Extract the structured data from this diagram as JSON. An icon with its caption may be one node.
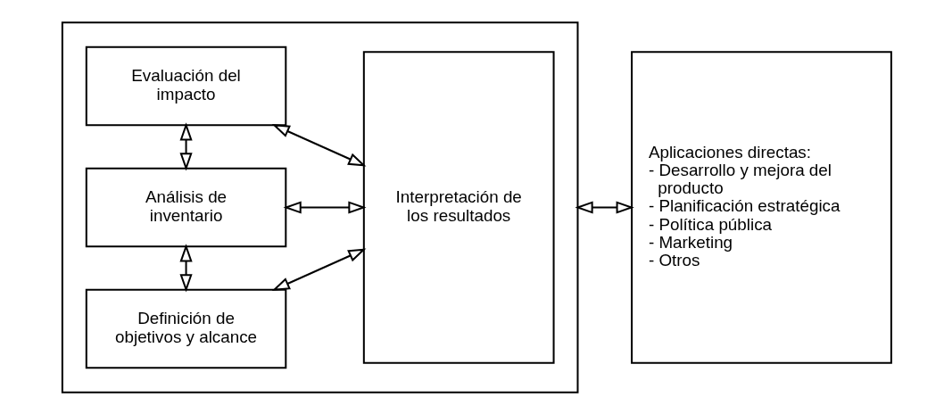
{
  "diagram": {
    "nodes": [
      {
        "text": [],
        "shape": "box"
      },
      {
        "text": [
          "Definición de objetivos y alcance"
        ],
        "in": 0
      },
      {
        "text": [
          "Análisis de inventario"
        ],
        "in": 0
      },
      {
        "text": [
          "Evaluación del impacto"
        ],
        "in": 0
      },
      {
        "text": [
          "Interpretación de los resultados"
        ],
        "in": 0
      },
      {
        "text": [
          "Aplicaciones directas:",
          "- Desarrollo y mejora del producto",
          "- Planificación estratégica",
          "- Política pública",
          "- Marketing",
          "- Otros"
        ]
      }
    ],
    "edges": [
      {
        "from": 1,
        "to": 2,
        "arrow": "both"
      },
      {
        "from": 2,
        "to": 3,
        "arrow": "both"
      },
      {
        "from": 1,
        "to": 4,
        "arrow": "both"
      },
      {
        "from": 2,
        "to": 4,
        "arrow": "both"
      },
      {
        "from": 3,
        "to": 4,
        "arrow": "both"
      },
      {
        "from": 0,
        "to": 5,
        "arrow": "both"
      }
    ]
  }
}
